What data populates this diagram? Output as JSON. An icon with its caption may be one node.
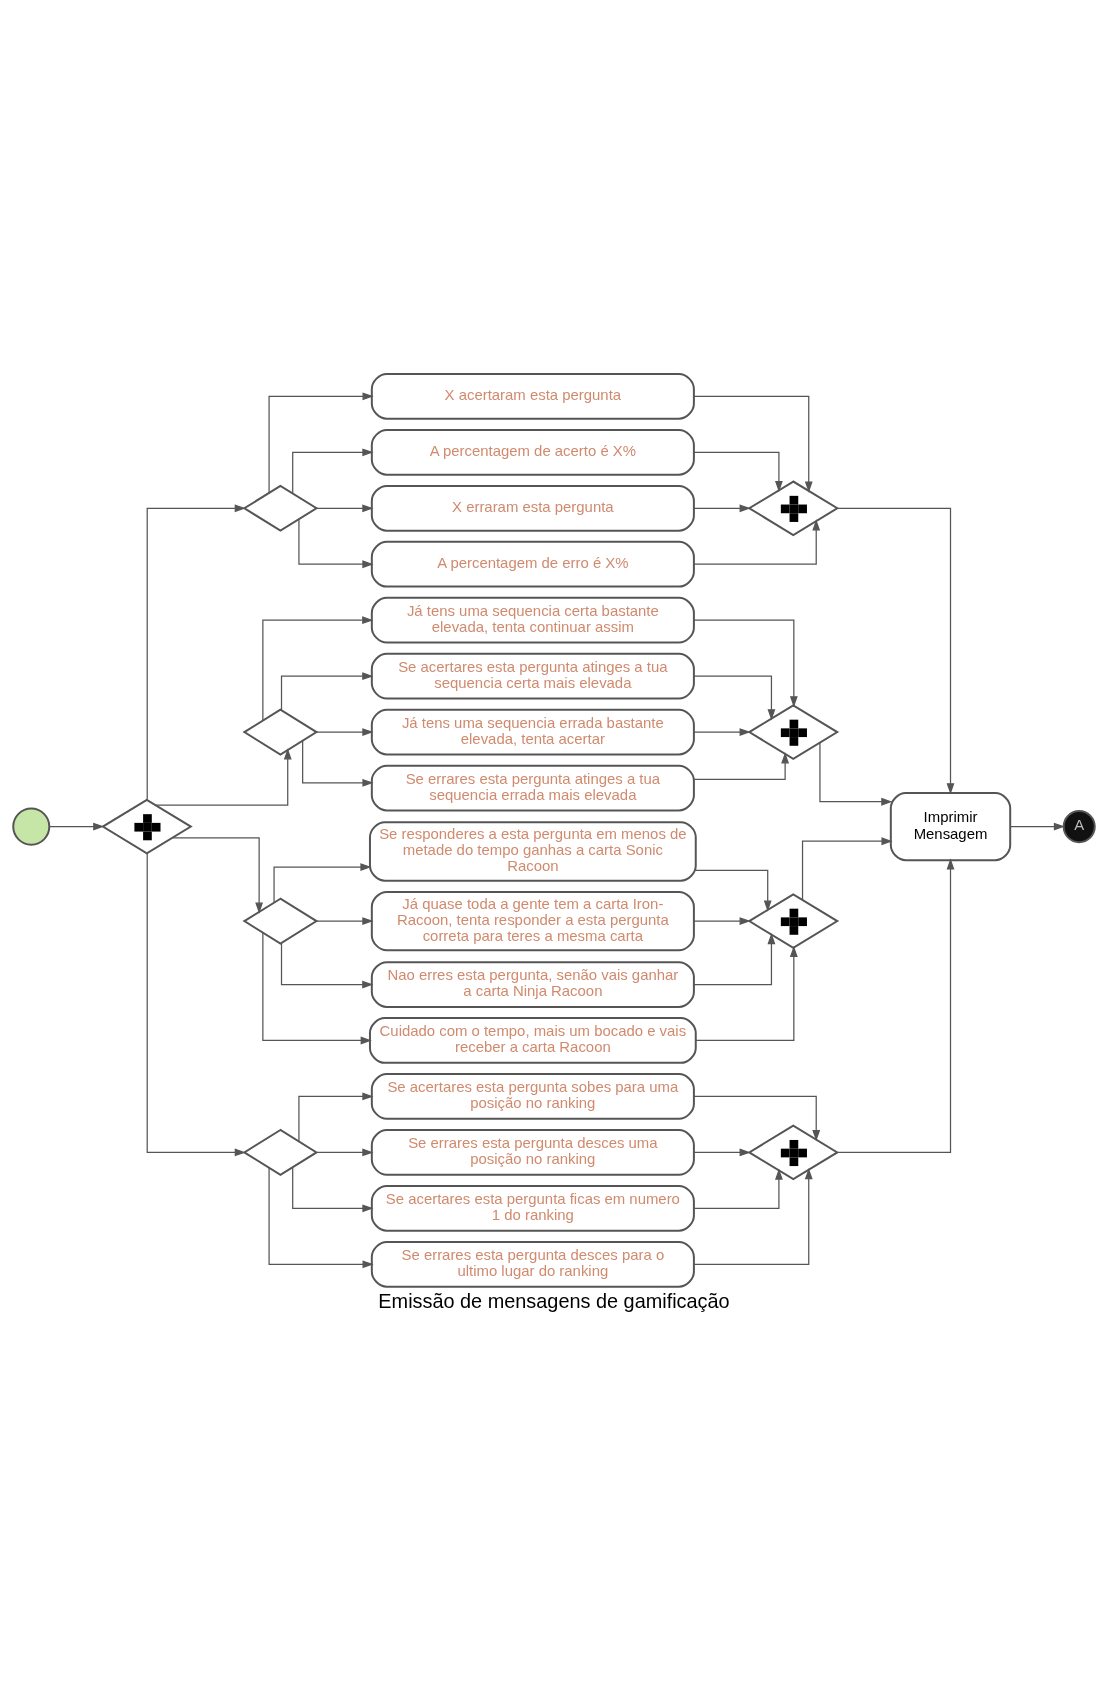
{
  "diagram": {
    "title": "Emissão de mensagens de gamificação",
    "nodes": [
      {
        "text": [],
        "shape": "circle"
      },
      {
        "text": [],
        "shape": "diamond"
      },
      {
        "text": [],
        "shape": "diamond"
      },
      {
        "text": [],
        "shape": "diamond"
      },
      {
        "text": [],
        "shape": "diamond"
      },
      {
        "text": [],
        "shape": "diamond"
      },
      {
        "text": [
          "X acertaram esta pergunta"
        ]
      },
      {
        "text": [
          "A percentagem de acerto é X%"
        ]
      },
      {
        "text": [
          "X erraram esta pergunta"
        ]
      },
      {
        "text": [
          "A percentagem de erro é X%"
        ]
      },
      {
        "text": [
          "Já tens uma sequencia certa bastante elevada, tenta continuar assim"
        ]
      },
      {
        "text": [
          "Se acertares esta pergunta atinges a tua sequencia certa mais elevada"
        ]
      },
      {
        "text": [
          "Já tens uma sequencia errada bastante elevada, tenta acertar"
        ]
      },
      {
        "text": [
          "Se errares esta pergunta atinges a tua sequencia errada mais elevada"
        ]
      },
      {
        "text": [
          "Se responderes a esta pergunta em menos de metade do tempo ganhas a carta Sonic Racoon"
        ]
      },
      {
        "text": [
          "Já quase toda a gente tem a carta Iron-Racoon, tenta responder a esta pergunta correta para teres a mesma carta"
        ]
      },
      {
        "text": [
          "Nao erres esta pergunta, senão vais ganhar a carta Ninja Racoon"
        ]
      },
      {
        "text": [
          "Cuidado com o tempo, mais um bocado e vais receber a carta Racoon"
        ]
      },
      {
        "text": [
          "Se acertares esta pergunta sobes para uma posição no ranking"
        ]
      },
      {
        "text": [
          "Se errares esta pergunta desces uma posição no ranking"
        ]
      },
      {
        "text": [
          "Se acertares esta pergunta ficas em numero 1 do ranking"
        ]
      },
      {
        "text": [
          "Se errares esta pergunta desces para o ultimo lugar do ranking"
        ]
      },
      {
        "text": [],
        "shape": "diamond"
      },
      {
        "text": [],
        "shape": "diamond"
      },
      {
        "text": [],
        "shape": "diamond"
      },
      {
        "text": [],
        "shape": "diamond"
      },
      {
        "text": [
          "Imprimir Mensagem"
        ]
      },
      {
        "text": [
          "A"
        ]
      }
    ],
    "edges": [
      {
        "from": 0,
        "to": 1,
        "arrow": "to"
      },
      {
        "from": 1,
        "to": 2,
        "arrow": "to"
      },
      {
        "from": 1,
        "to": 3,
        "arrow": "to"
      },
      {
        "from": 1,
        "to": 4,
        "arrow": "to"
      },
      {
        "from": 1,
        "to": 5,
        "arrow": "to"
      },
      {
        "from": 2,
        "to": 6,
        "arrow": "to"
      },
      {
        "from": 2,
        "to": 7,
        "arrow": "to"
      },
      {
        "from": 2,
        "to": 8,
        "arrow": "to"
      },
      {
        "from": 2,
        "to": 9,
        "arrow": "to"
      },
      {
        "from": 3,
        "to": 10,
        "arrow": "to"
      },
      {
        "from": 3,
        "to": 11,
        "arrow": "to"
      },
      {
        "from": 3,
        "to": 12,
        "arrow": "to"
      },
      {
        "from": 3,
        "to": 13,
        "arrow": "to"
      },
      {
        "from": 4,
        "to": 14,
        "arrow": "to"
      },
      {
        "from": 4,
        "to": 15,
        "arrow": "to"
      },
      {
        "from": 4,
        "to": 16,
        "arrow": "to"
      },
      {
        "from": 4,
        "to": 17,
        "arrow": "to"
      },
      {
        "from": 5,
        "to": 18,
        "arrow": "to"
      },
      {
        "from": 5,
        "to": 19,
        "arrow": "to"
      },
      {
        "from": 5,
        "to": 20,
        "arrow": "to"
      },
      {
        "from": 5,
        "to": 21,
        "arrow": "to"
      },
      {
        "from": 6,
        "to": 22,
        "arrow": "to"
      },
      {
        "from": 7,
        "to": 22,
        "arrow": "to"
      },
      {
        "from": 8,
        "to": 22,
        "arrow": "to"
      },
      {
        "from": 9,
        "to": 22,
        "arrow": "to"
      },
      {
        "from": 10,
        "to": 23,
        "arrow": "to"
      },
      {
        "from": 11,
        "to": 23,
        "arrow": "to"
      },
      {
        "from": 12,
        "to": 23,
        "arrow": "to"
      },
      {
        "from": 13,
        "to": 23,
        "arrow": "to"
      },
      {
        "from": 14,
        "to": 24,
        "arrow": "to"
      },
      {
        "from": 15,
        "to": 24,
        "arrow": "to"
      },
      {
        "from": 16,
        "to": 24,
        "arrow": "to"
      },
      {
        "from": 17,
        "to": 24,
        "arrow": "to"
      },
      {
        "from": 18,
        "to": 25,
        "arrow": "to"
      },
      {
        "from": 19,
        "to": 25,
        "arrow": "to"
      },
      {
        "from": 20,
        "to": 25,
        "arrow": "to"
      },
      {
        "from": 21,
        "to": 25,
        "arrow": "to"
      },
      {
        "from": 22,
        "to": 26,
        "arrow": "to"
      },
      {
        "from": 23,
        "to": 26,
        "arrow": "to"
      },
      {
        "from": 24,
        "to": 26,
        "arrow": "to"
      },
      {
        "from": 25,
        "to": 26,
        "arrow": "to"
      },
      {
        "from": 26,
        "to": 27,
        "arrow": "to"
      }
    ]
  }
}
